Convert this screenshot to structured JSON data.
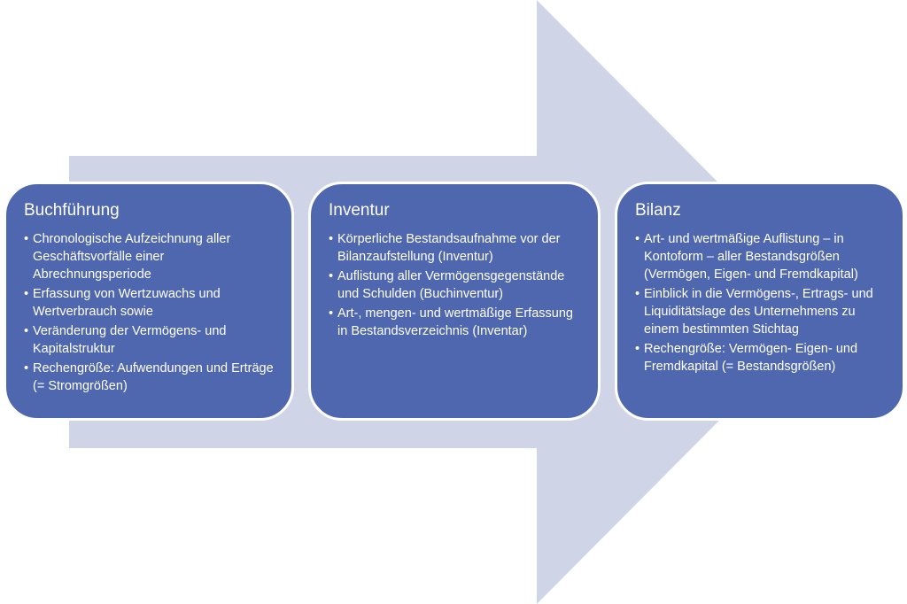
{
  "colors": {
    "arrow": "#cfd5e7",
    "box_fill": "#4f67ae",
    "box_border": "#ffffff",
    "text": "#ffffff"
  },
  "bullet_glyph": "•",
  "boxes": [
    {
      "title": "Buchführung",
      "items": [
        "Chronologische Aufzeichnung aller Geschäftsvorfälle einer Abrechnungsperiode",
        "Erfassung von Wertzuwachs und Wertverbrauch sowie",
        "Veränderung der Vermögens- und Kapitalstruktur",
        "Rechengröße: Aufwendungen und Erträge (= Stromgrößen)"
      ]
    },
    {
      "title": "Inventur",
      "items": [
        "Körperliche Bestandsaufnahme vor der Bilanzaufstellung (Inventur)",
        "Auflistung aller Vermögensgegenstände und Schulden (Buchinventur)",
        "Art-, mengen- und wertmäßige Erfassung in Bestandsverzeichnis (Inventar)"
      ]
    },
    {
      "title": "Bilanz",
      "items": [
        "Art- und wertmäßige Auflistung – in Kontoform – aller Bestandsgrößen (Vermögen, Eigen- und Fremdkapital)",
        "Einblick in die Vermögens-, Ertrags- und Liquiditätslage des Unternehmens zu einem bestimmten Stichtag",
        "Rechengröße: Vermögen- Eigen- und Fremdkapital (= Bestandsgrößen)"
      ]
    }
  ]
}
